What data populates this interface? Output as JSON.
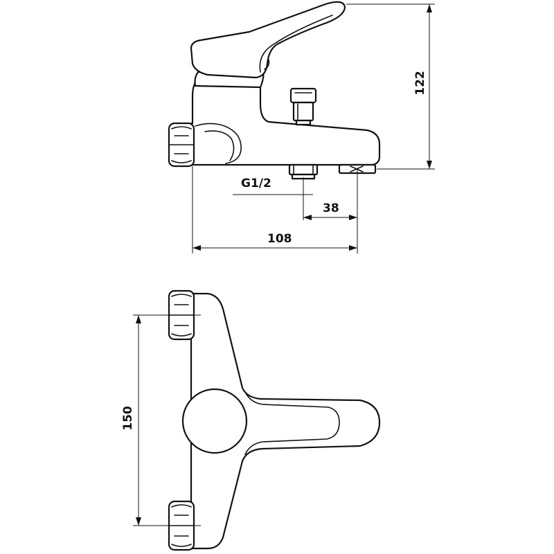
{
  "dimensions": {
    "thread": "G1/2",
    "spout_offset": "38",
    "body_length": "108",
    "height": "122",
    "inlet_spacing": "150"
  }
}
